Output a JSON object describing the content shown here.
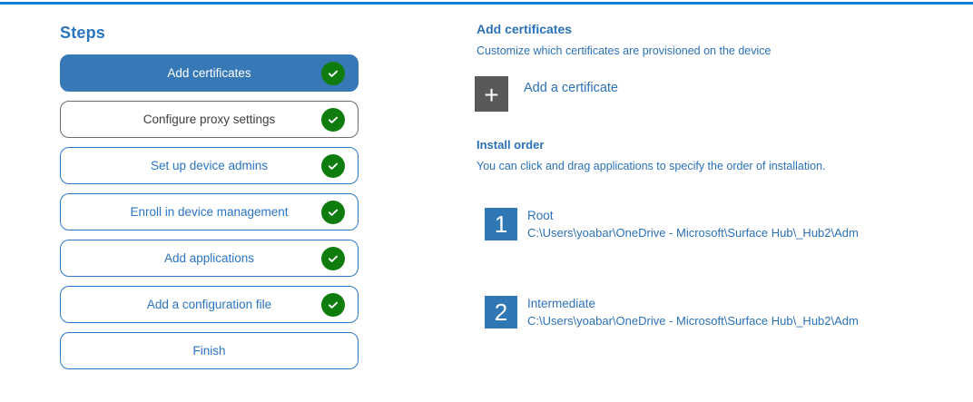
{
  "colors": {
    "top_rule": "#127cd6",
    "active_step_bg": "#3778b7",
    "step_border_blue": "#2e7ac7",
    "step_border_gray": "#6e6e6e",
    "text_blue": "#2b71b8",
    "check_green": "#0e7d0e",
    "plus_tile_gray": "#595959",
    "number_tile_blue": "#3077b5"
  },
  "steps_panel": {
    "title": "Steps",
    "items": [
      {
        "label": "Add certificates",
        "state": "active",
        "completed": true
      },
      {
        "label": "Configure proxy settings",
        "state": "neutral",
        "completed": true
      },
      {
        "label": "Set up device admins",
        "state": "default",
        "completed": true
      },
      {
        "label": "Enroll in device management",
        "state": "default",
        "completed": true
      },
      {
        "label": "Add applications",
        "state": "default",
        "completed": true
      },
      {
        "label": "Add a configuration file",
        "state": "default",
        "completed": true
      },
      {
        "label": "Finish",
        "state": "default",
        "completed": false
      }
    ]
  },
  "main": {
    "heading": "Add certificates",
    "description": "Customize which certificates are provisioned on the device",
    "add_button": {
      "glyph": "+",
      "label": "Add a certificate"
    },
    "install_order": {
      "heading": "Install order",
      "description": "You can click and drag applications to specify the order of installation.",
      "items": [
        {
          "order": "1",
          "name": "Root",
          "path": "C:\\Users\\yoabar\\OneDrive - Microsoft\\Surface Hub\\_Hub2\\Adm"
        },
        {
          "order": "2",
          "name": "Intermediate",
          "path": "C:\\Users\\yoabar\\OneDrive - Microsoft\\Surface Hub\\_Hub2\\Adm"
        }
      ]
    }
  }
}
